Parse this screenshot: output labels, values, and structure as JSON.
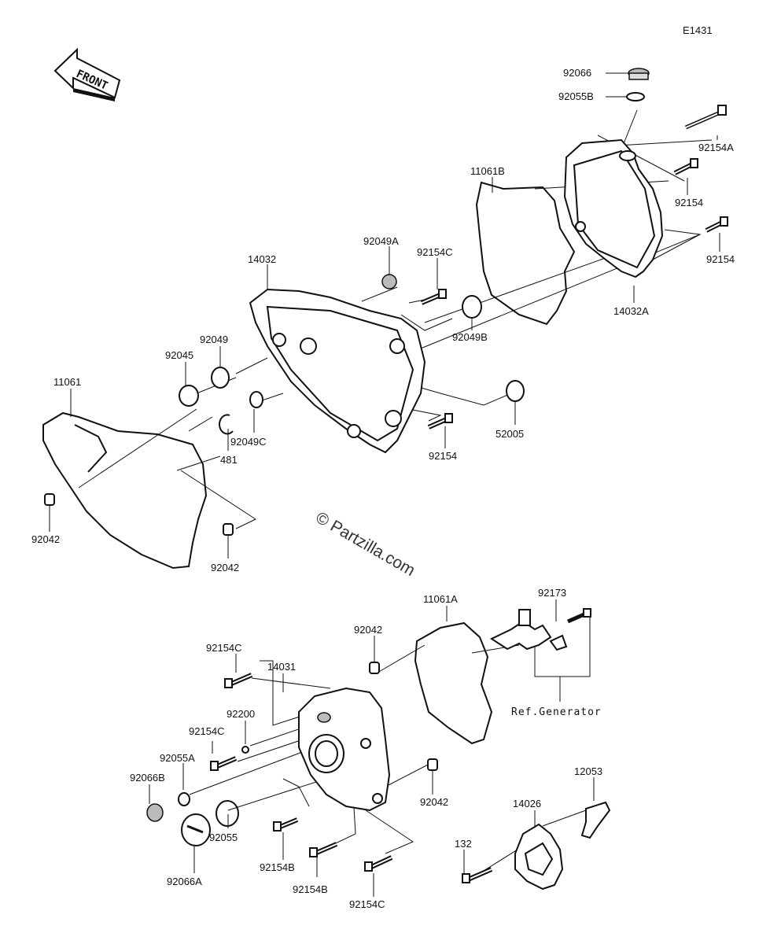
{
  "code": "E1431",
  "front_label": "FRONT",
  "watermark": "© Partzilla.com",
  "ref_label": "Ref.Generator",
  "labels": [
    {
      "id": "p92066",
      "text": "92066"
    },
    {
      "id": "p92055B",
      "text": "92055B"
    },
    {
      "id": "p92154A",
      "text": "92154A"
    },
    {
      "id": "p11061B",
      "text": "11061B"
    },
    {
      "id": "p92154_r1",
      "text": "92154"
    },
    {
      "id": "p92154_r2",
      "text": "92154"
    },
    {
      "id": "p92049A",
      "text": "92049A"
    },
    {
      "id": "p92154C_t",
      "text": "92154C"
    },
    {
      "id": "p14032",
      "text": "14032"
    },
    {
      "id": "p14032A",
      "text": "14032A"
    },
    {
      "id": "p92049",
      "text": "92049"
    },
    {
      "id": "p92045",
      "text": "92045"
    },
    {
      "id": "p92049B",
      "text": "92049B"
    },
    {
      "id": "p11061",
      "text": "11061"
    },
    {
      "id": "p92049C",
      "text": "92049C"
    },
    {
      "id": "p481",
      "text": "481"
    },
    {
      "id": "p92154_m",
      "text": "92154"
    },
    {
      "id": "p52005",
      "text": "52005"
    },
    {
      "id": "p92042_l",
      "text": "92042"
    },
    {
      "id": "p92042_m",
      "text": "92042"
    },
    {
      "id": "p92173",
      "text": "92173"
    },
    {
      "id": "p11061A",
      "text": "11061A"
    },
    {
      "id": "p92042_c",
      "text": "92042"
    },
    {
      "id": "p92154C_l",
      "text": "92154C"
    },
    {
      "id": "p14031",
      "text": "14031"
    },
    {
      "id": "p92200",
      "text": "92200"
    },
    {
      "id": "p92154C_l2",
      "text": "92154C"
    },
    {
      "id": "p92055A",
      "text": "92055A"
    },
    {
      "id": "p92066B",
      "text": "92066B"
    },
    {
      "id": "p92042_r",
      "text": "92042"
    },
    {
      "id": "p12053",
      "text": "12053"
    },
    {
      "id": "p14026",
      "text": "14026"
    },
    {
      "id": "p132",
      "text": "132"
    },
    {
      "id": "p92055",
      "text": "92055"
    },
    {
      "id": "p92154B_1",
      "text": "92154B"
    },
    {
      "id": "p92066A",
      "text": "92066A"
    },
    {
      "id": "p92154B_2",
      "text": "92154B"
    },
    {
      "id": "p92154C_b",
      "text": "92154C"
    }
  ]
}
